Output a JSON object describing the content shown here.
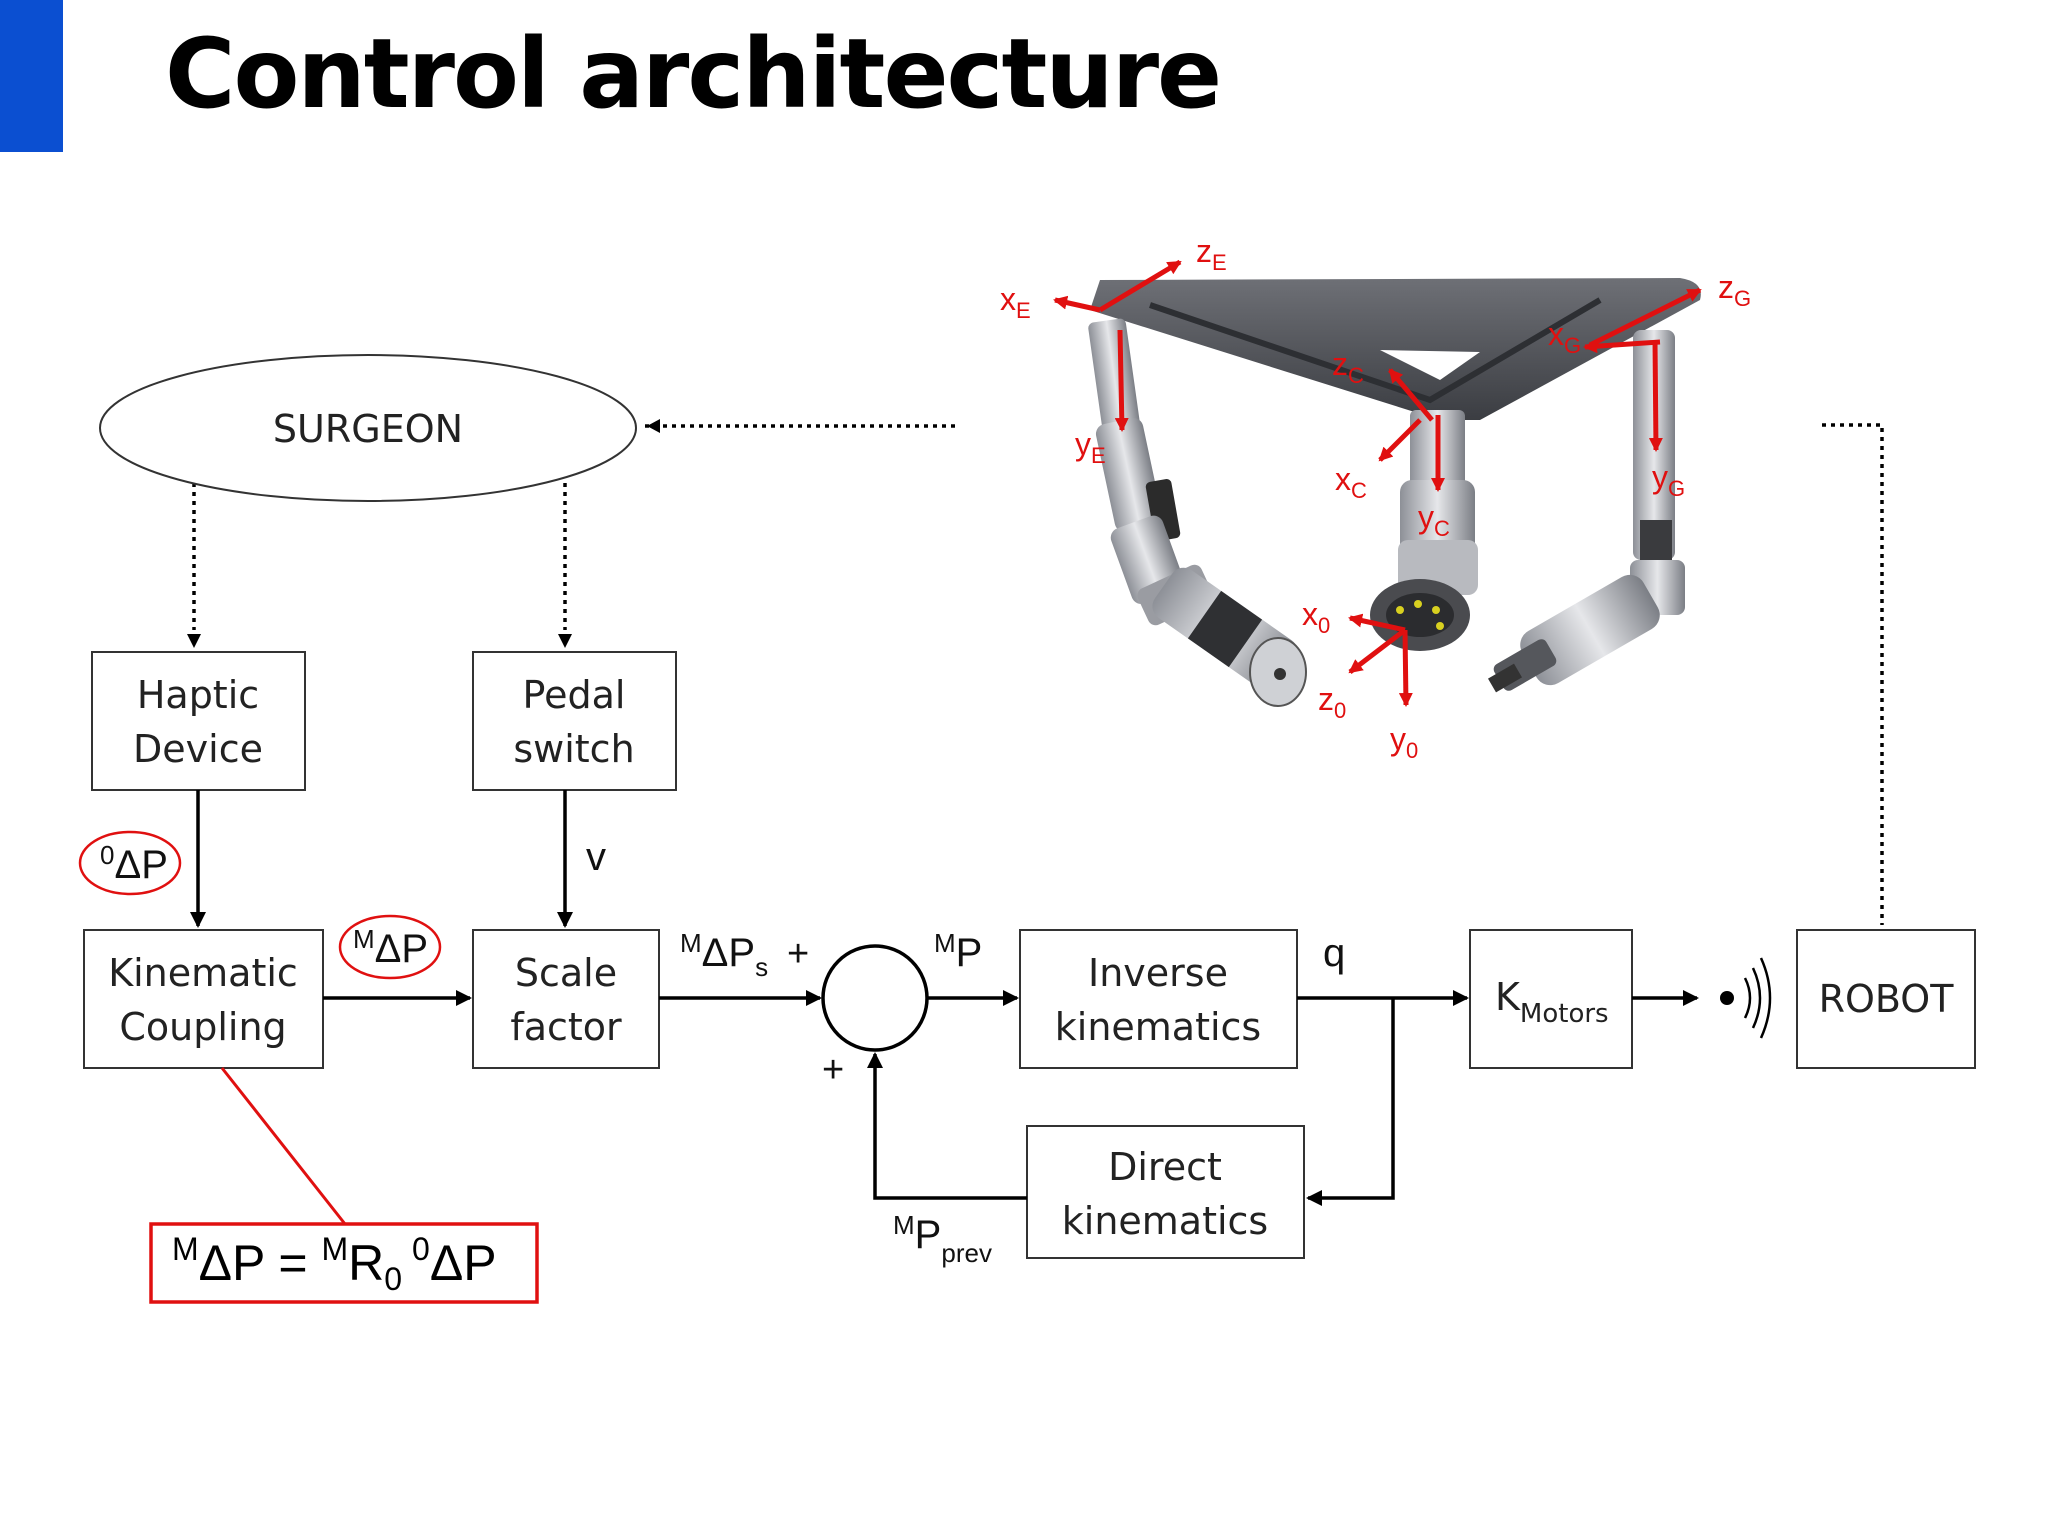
{
  "slide": {
    "title": "Control architecture",
    "accent_color": "#0b4fd1",
    "highlight_color": "#e01010"
  },
  "nodes": {
    "surgeon": "SURGEON",
    "haptic": [
      "Haptic",
      "Device"
    ],
    "pedal": [
      "Pedal",
      "switch"
    ],
    "kinematic": [
      "Kinematic",
      "Coupling"
    ],
    "scale": [
      "Scale",
      "factor"
    ],
    "inverse": [
      "Inverse",
      "kinematics"
    ],
    "direct": [
      "Direct",
      "kinematics"
    ],
    "motors": {
      "base": "K",
      "sub": "Motors"
    },
    "robot": "ROBOT"
  },
  "signals": {
    "delta_p_0": {
      "sup": "0",
      "base": "ΔP"
    },
    "delta_p_m": {
      "sup": "M",
      "base": "ΔP"
    },
    "v": "v",
    "delta_p_s": {
      "sup": "M",
      "base": "ΔP",
      "sub": "s"
    },
    "plus_top": "+",
    "plus_bottom": "+",
    "p_m": {
      "sup": "M",
      "base": "P"
    },
    "q": "q",
    "p_prev": {
      "sup": "M",
      "base": "P",
      "sub": "prev"
    }
  },
  "equation": {
    "sup1": "M",
    "t1": "ΔP = ",
    "sup2": "M",
    "t2": "R",
    "sub2": "0",
    "sup3": "0",
    "t3": "ΔP"
  },
  "robot_image": {
    "description_icon": "robot-arms-icon",
    "frames": [
      {
        "axis": "z",
        "sub": "E"
      },
      {
        "axis": "x",
        "sub": "E"
      },
      {
        "axis": "y",
        "sub": "E"
      },
      {
        "axis": "z",
        "sub": "G"
      },
      {
        "axis": "x",
        "sub": "G"
      },
      {
        "axis": "y",
        "sub": "G"
      },
      {
        "axis": "z",
        "sub": "C"
      },
      {
        "axis": "x",
        "sub": "C"
      },
      {
        "axis": "y",
        "sub": "C"
      },
      {
        "axis": "x",
        "sub": "0"
      },
      {
        "axis": "z",
        "sub": "0"
      },
      {
        "axis": "y",
        "sub": "0"
      }
    ]
  }
}
